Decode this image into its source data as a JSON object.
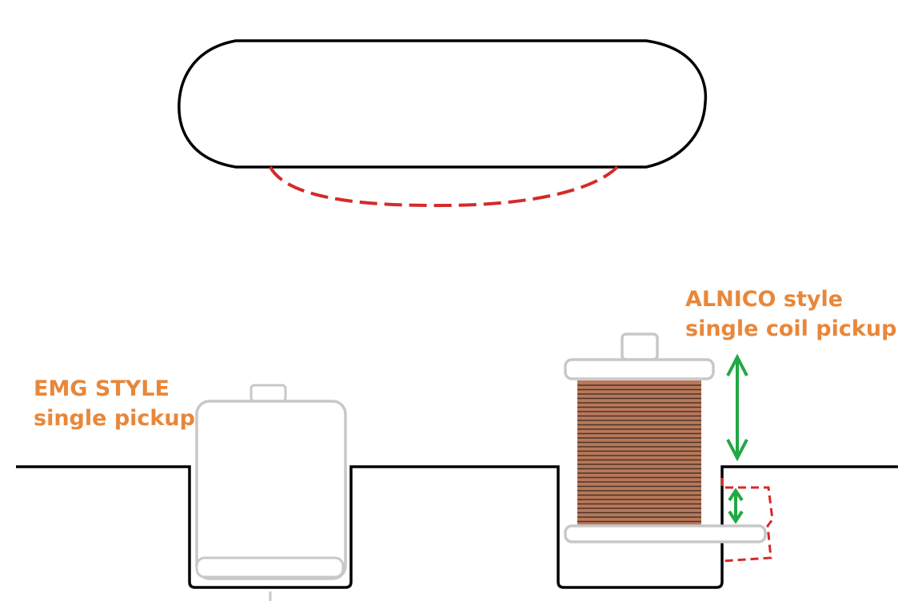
{
  "labels": {
    "emg_line1": "EMG STYLE",
    "emg_line2": "single pickup",
    "alnico_line1": "ALNICO style",
    "alnico_line2": "single coil pickup"
  },
  "colors": {
    "outline": "#000000",
    "pickup_body": "#c8c8c8",
    "coil": "#b9785a",
    "coil_lines": "#4a3428",
    "dashed_field": "#d42a2a",
    "arrow": "#22a844",
    "label_text": "#e8873a"
  }
}
